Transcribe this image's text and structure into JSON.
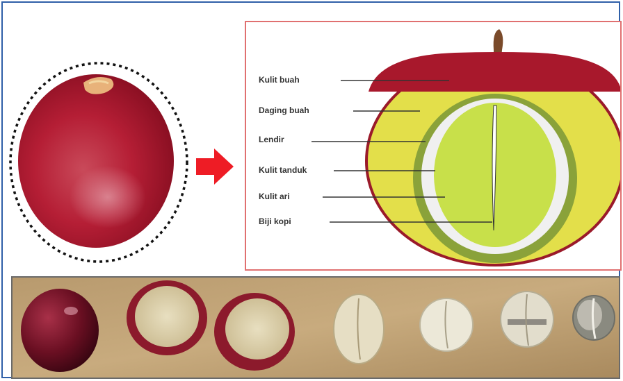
{
  "labels": [
    {
      "text": "Kulit buah"
    },
    {
      "text": "Daging buah"
    },
    {
      "text": "Lendir"
    },
    {
      "text": "Kulit tanduk"
    },
    {
      "text": "Kulit ari"
    },
    {
      "text": "Biji kopi"
    }
  ],
  "colors": {
    "border": "#2f5fa8",
    "diagram_border": "#e07070",
    "cherry_red": "#b01e35",
    "flesh_yellow": "#e3e04a",
    "bean_green": "#c8e04a",
    "arrow": "#ee1c25"
  },
  "icons": {
    "arrow": "right-arrow-icon"
  }
}
